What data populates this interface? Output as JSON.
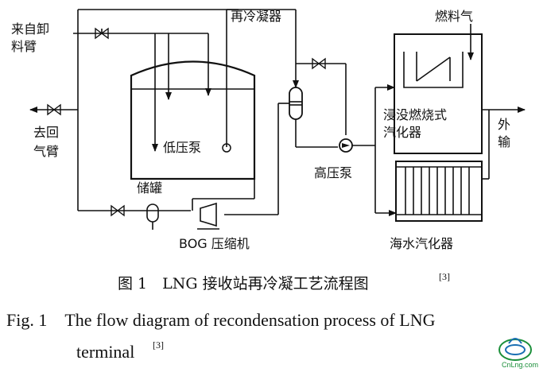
{
  "labels": {
    "from_unloading_arm": [
      "来自卸",
      "料臂"
    ],
    "to_return_gas_arm": [
      "去回",
      "气臂"
    ],
    "recondenser": "再冷凝器",
    "fuel_gas": "燃料气",
    "low_pressure_pump": "低压泵",
    "tank": "储罐",
    "high_pressure_pump": "高压泵",
    "submerged_vaporizer": [
      "浸没燃烧式",
      "汽化器"
    ],
    "export": [
      "外",
      "输"
    ],
    "bog_compressor": "BOG 压缩机",
    "seawater_vaporizer": "海水汽化器"
  },
  "caption": {
    "cn": "图 1　LNG 接收站再冷凝工艺流程图",
    "cn_ref": "[3]",
    "en_line1": "Fig. 1　The flow diagram of recondensation process of LNG",
    "en_line2": "terminal",
    "en_ref": "[3]"
  },
  "watermark": {
    "text": "CnLng.com",
    "color": "#1b8f3a"
  }
}
